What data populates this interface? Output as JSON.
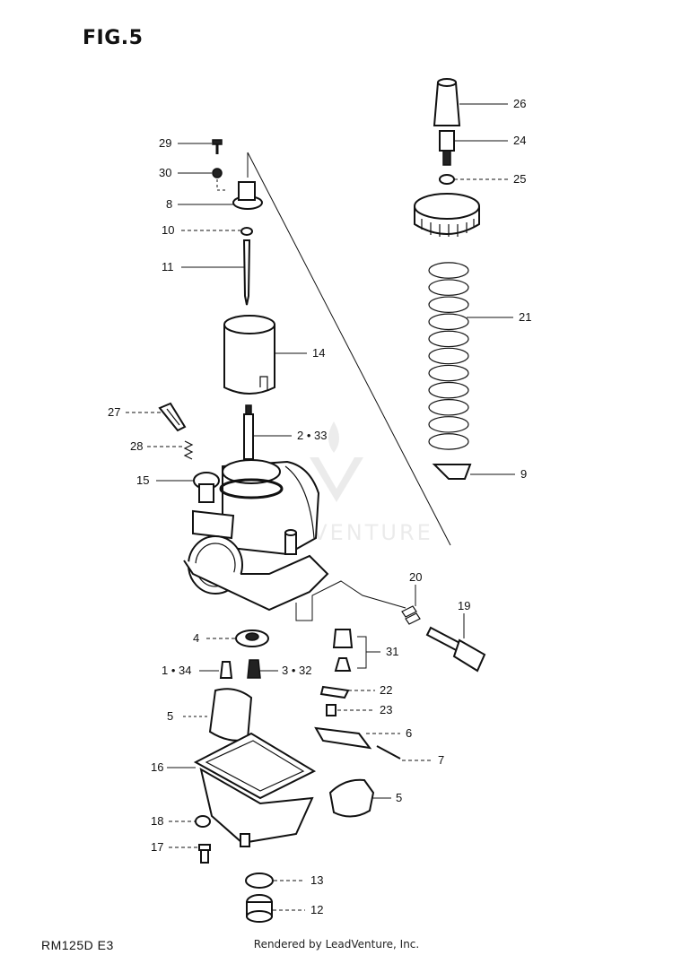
{
  "figure": {
    "title": "FIG.5",
    "model_code": "RM125D E3"
  },
  "footer": {
    "rendered_by": "Rendered by LeadVenture, Inc."
  },
  "watermark": {
    "text": "LEADVENTURE"
  },
  "callouts": {
    "p29": "29",
    "p30": "30",
    "p8": "8",
    "p10": "10",
    "p11": "11",
    "p14": "14",
    "p27": "27",
    "p2_33": "2 • 33",
    "p28": "28",
    "p15": "15",
    "p26": "26",
    "p24": "24",
    "p25": "25",
    "p21": "21",
    "p9": "9",
    "p20": "20",
    "p19": "19",
    "p4": "4",
    "p31": "31",
    "p1_34": "1 • 34",
    "p3_32": "3 • 32",
    "p22": "22",
    "p5a": "5",
    "p23": "23",
    "p6": "6",
    "p7": "7",
    "p16": "16",
    "p5b": "5",
    "p18": "18",
    "p17": "17",
    "p13": "13",
    "p12": "12"
  }
}
